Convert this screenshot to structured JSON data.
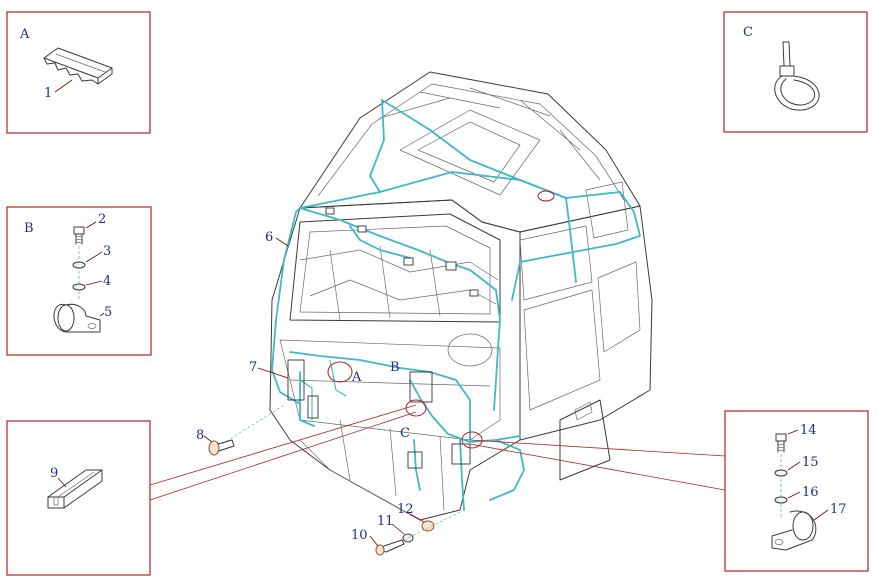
{
  "detail_boxes": {
    "A": {
      "letter": "A",
      "parts": [
        "1"
      ]
    },
    "B": {
      "letter": "B",
      "parts": [
        "2",
        "3",
        "4",
        "5"
      ]
    },
    "C": {
      "letter": "C",
      "parts": []
    },
    "clip": {
      "parts": [
        "9"
      ]
    },
    "clamp": {
      "parts": [
        "14",
        "15",
        "16",
        "17"
      ]
    }
  },
  "main_view": {
    "callouts": [
      "6",
      "7",
      "8",
      "10",
      "11",
      "12"
    ],
    "markers": {
      "A": "A",
      "B": "B",
      "C": "C"
    }
  },
  "colors": {
    "harness": "#3fb7cc",
    "frame": "#b22222",
    "label": "#1f2b8a"
  }
}
